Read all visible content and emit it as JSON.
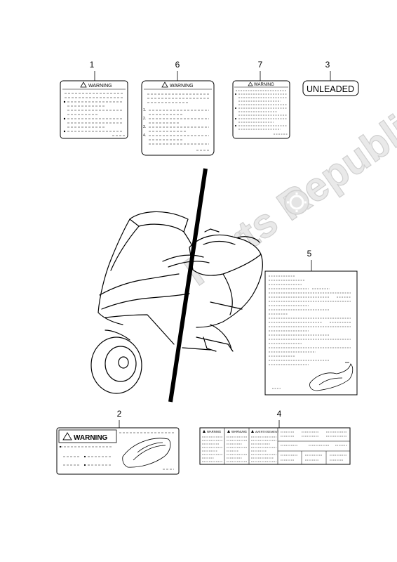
{
  "callouts": [
    "1",
    "6",
    "7",
    "3",
    "5",
    "2",
    "4"
  ],
  "labels": {
    "warning": "WARNING",
    "unleaded": "UNLEADED",
    "warning_de": "WARNUNG",
    "avertissement": "AVERTISSEMENT",
    "list_markers": [
      "1.",
      "2.",
      "3.",
      "4."
    ]
  },
  "watermark": {
    "text": "Parts Republik",
    "icon": "gear-icon"
  },
  "colors": {
    "line": "#000000",
    "watermark": "#d0d0d0",
    "background": "#ffffff"
  }
}
